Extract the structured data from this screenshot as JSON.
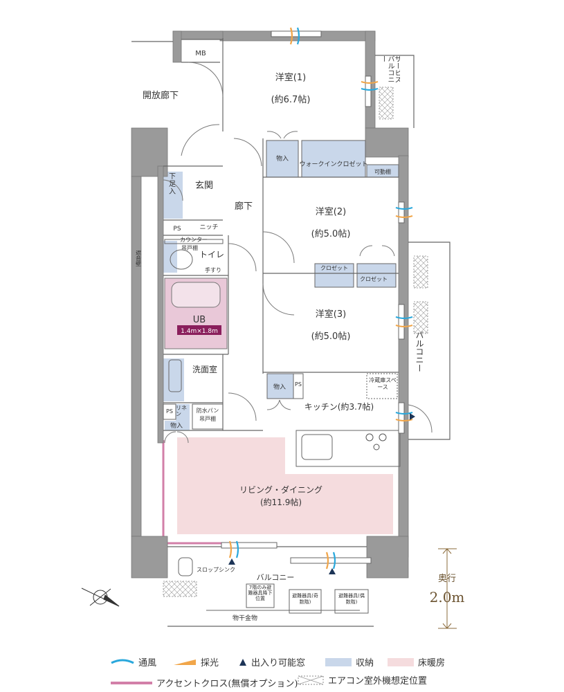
{
  "rooms": {
    "mb": "MB",
    "open_corridor": "開放廊下",
    "western1": "洋室(1)",
    "western1_size": "(約6.7帖)",
    "service_balcony": "サービスバルコニー",
    "storage1": "物入",
    "walk_in_closet": "ウォークインクロゼット",
    "movable_shelf": "可動棚",
    "shoe_closet": "下足入",
    "entrance": "玄関",
    "hallway": "廊下",
    "western2": "洋室(2)",
    "western2_size": "(約5.0帖)",
    "ps1": "PS",
    "niche": "ニッチ",
    "counter": "カウンター",
    "wall_cabinet1": "吊戸棚",
    "toilet": "トイレ",
    "handrail": "手すり",
    "soundproof_wall": "遮音壁",
    "closet_a": "クロゼット",
    "closet_b": "クロゼット",
    "ub": "UB",
    "ub_size": "1.4m×1.8m",
    "western3": "洋室(3)",
    "western3_size": "(約5.0帖)",
    "balcony_side": "バルコニー",
    "washroom": "洗面室",
    "storage2": "物入",
    "ps2": "PS",
    "fridge_space": "冷蔵庫スペース",
    "kitchen": "キッチン(約3.7帖)",
    "ps3": "PS",
    "linen": "リネン",
    "waterproof_pan": "防水パン",
    "wall_cabinet2": "吊戸棚",
    "storage3": "物入",
    "living": "リビング・ダイニング",
    "living_size": "(約11.9帖)",
    "slop_sink": "スロップシンク",
    "balcony_main": "バルコニー",
    "evac_7f": "7階のみ避難器具降下位置",
    "evac_odd": "避難器具(奇数階)",
    "evac_even": "避難器具(偶数階)",
    "clothes_hanger": "物干金物"
  },
  "depth": {
    "label": "奥行",
    "value": "2.0m"
  },
  "legend": {
    "ventilation": "通風",
    "daylight": "採光",
    "exit_window": "出入り可能窓",
    "storage": "収納",
    "floor_heating": "床暖房",
    "accent_cloth": "アクセントクロス(無償オプション)",
    "ac_outdoor": "エアコン室外機想定位置"
  },
  "colors": {
    "storage": "#c9d7ea",
    "floor_heating": "#f5dcde",
    "accent": "#d27fa8",
    "ub_fill": "#e9c8d8",
    "ub_label": "#8a1f5c",
    "wall": "#9a9a9a",
    "ventilation": "#2aa8dc",
    "daylight": "#f1a64a"
  }
}
